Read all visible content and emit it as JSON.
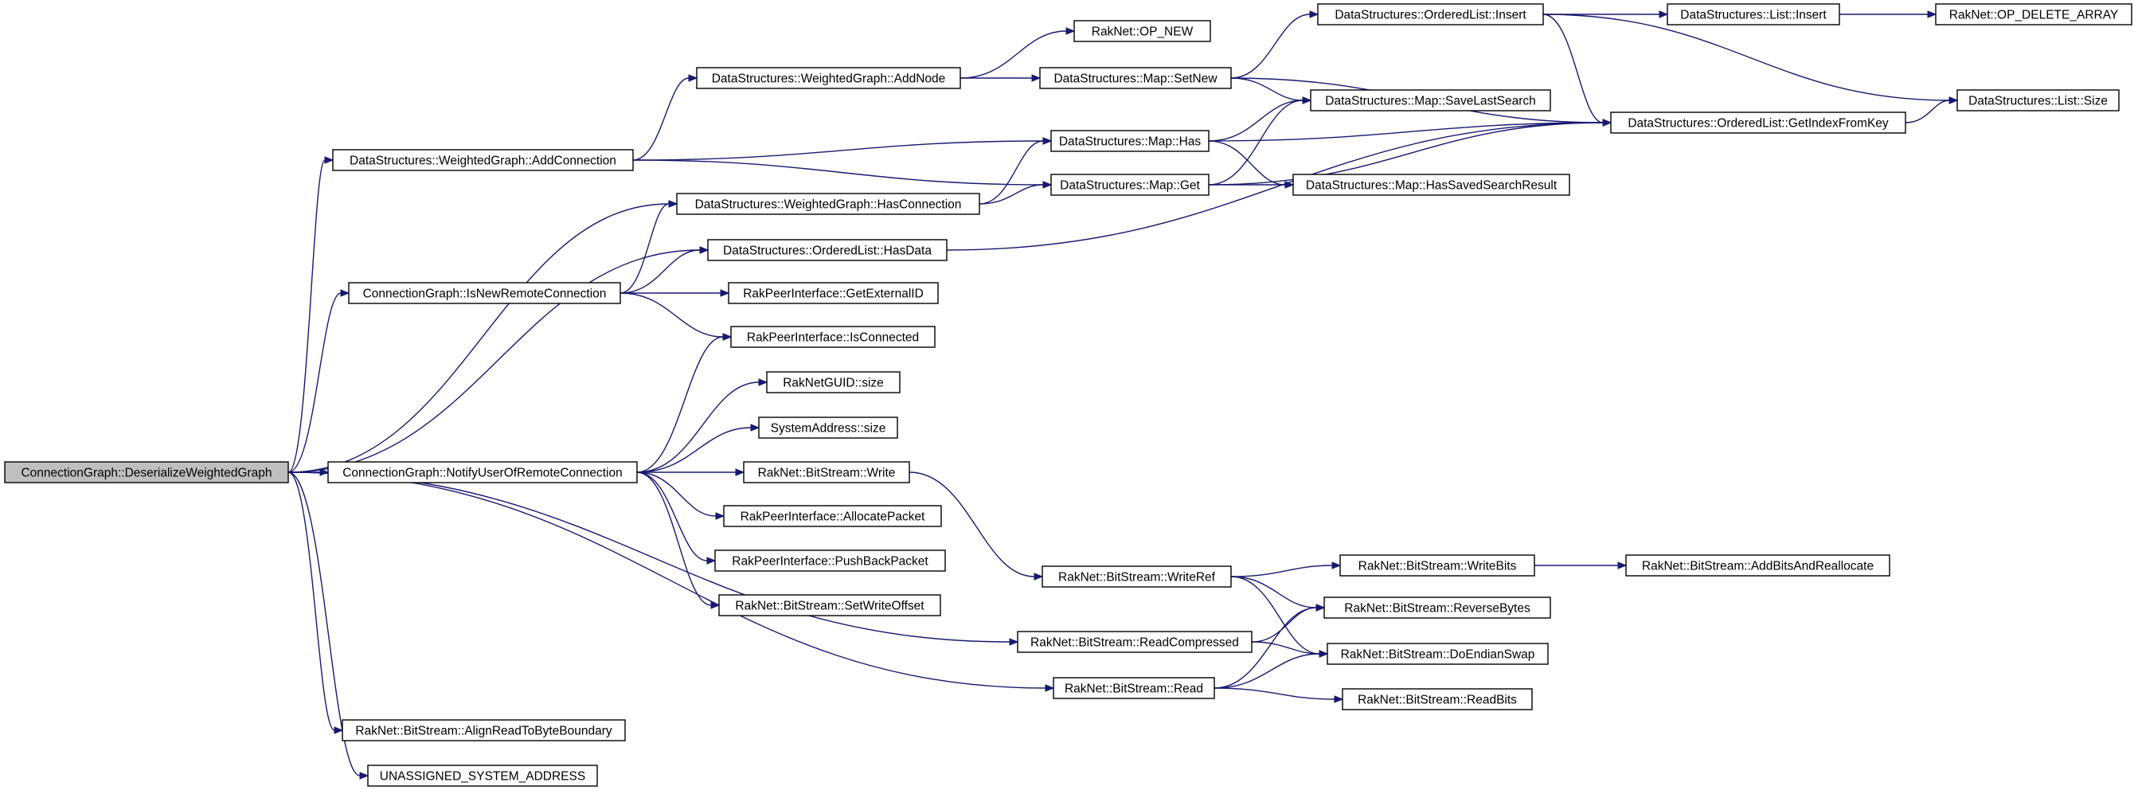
{
  "graph": {
    "colors": {
      "edge": "#191970",
      "node_border": "#000000",
      "node_fill": "#ffffff",
      "root_fill": "#bfbfbf"
    },
    "nodes": [
      {
        "id": "root",
        "label": "ConnectionGraph::DeserializeWeightedGraph",
        "root": true
      },
      {
        "id": "addConnection",
        "label": "DataStructures::WeightedGraph::AddConnection"
      },
      {
        "id": "isNewRemote",
        "label": "ConnectionGraph::IsNewRemoteConnection"
      },
      {
        "id": "notifyUser",
        "label": "ConnectionGraph::NotifyUserOfRemoteConnection"
      },
      {
        "id": "alignRead",
        "label": "RakNet::BitStream::AlignReadToByteBoundary"
      },
      {
        "id": "unassigned",
        "label": "UNASSIGNED_SYSTEM_ADDRESS"
      },
      {
        "id": "addNode",
        "label": "DataStructures::WeightedGraph::AddNode"
      },
      {
        "id": "hasConnection",
        "label": "DataStructures::WeightedGraph::HasConnection"
      },
      {
        "id": "olHasData",
        "label": "DataStructures::OrderedList::HasData"
      },
      {
        "id": "getExternalID",
        "label": "RakPeerInterface::GetExternalID"
      },
      {
        "id": "isConnected",
        "label": "RakPeerInterface::IsConnected"
      },
      {
        "id": "guidSize",
        "label": "RakNetGUID::size"
      },
      {
        "id": "sysAddrSize",
        "label": "SystemAddress::size"
      },
      {
        "id": "bsWrite",
        "label": "RakNet::BitStream::Write"
      },
      {
        "id": "allocPacket",
        "label": "RakPeerInterface::AllocatePacket"
      },
      {
        "id": "pushBack",
        "label": "RakPeerInterface::PushBackPacket"
      },
      {
        "id": "setWriteOffset",
        "label": "RakNet::BitStream::SetWriteOffset"
      },
      {
        "id": "opNew",
        "label": "RakNet::OP_NEW"
      },
      {
        "id": "mapSetNew",
        "label": "DataStructures::Map::SetNew"
      },
      {
        "id": "mapHas",
        "label": "DataStructures::Map::Has"
      },
      {
        "id": "mapGet",
        "label": "DataStructures::Map::Get"
      },
      {
        "id": "writeRef",
        "label": "RakNet::BitStream::WriteRef"
      },
      {
        "id": "readCompressed",
        "label": "RakNet::BitStream::ReadCompressed"
      },
      {
        "id": "bsRead",
        "label": "RakNet::BitStream::Read"
      },
      {
        "id": "olInsert",
        "label": "DataStructures::OrderedList::Insert"
      },
      {
        "id": "saveLast",
        "label": "DataStructures::Map::SaveLastSearch"
      },
      {
        "id": "hasSaved",
        "label": "DataStructures::Map::HasSavedSearchResult"
      },
      {
        "id": "writeBits",
        "label": "RakNet::BitStream::WriteBits"
      },
      {
        "id": "reverseBytes",
        "label": "RakNet::BitStream::ReverseBytes"
      },
      {
        "id": "doEndian",
        "label": "RakNet::BitStream::DoEndianSwap"
      },
      {
        "id": "readBits",
        "label": "RakNet::BitStream::ReadBits"
      },
      {
        "id": "listInsert",
        "label": "DataStructures::List::Insert"
      },
      {
        "id": "getIndexFromKey",
        "label": "DataStructures::OrderedList::GetIndexFromKey"
      },
      {
        "id": "addBitsRealloc",
        "label": "RakNet::BitStream::AddBitsAndReallocate"
      },
      {
        "id": "opDeleteArray",
        "label": "RakNet::OP_DELETE_ARRAY"
      },
      {
        "id": "listSize",
        "label": "DataStructures::List::Size"
      }
    ],
    "edges": [
      [
        "root",
        "addConnection"
      ],
      [
        "root",
        "hasConnection"
      ],
      [
        "root",
        "olHasData"
      ],
      [
        "root",
        "isNewRemote"
      ],
      [
        "root",
        "notifyUser"
      ],
      [
        "root",
        "readCompressed"
      ],
      [
        "root",
        "bsRead"
      ],
      [
        "root",
        "alignRead"
      ],
      [
        "root",
        "unassigned"
      ],
      [
        "addConnection",
        "addNode"
      ],
      [
        "addConnection",
        "mapHas"
      ],
      [
        "addConnection",
        "mapGet"
      ],
      [
        "isNewRemote",
        "hasConnection"
      ],
      [
        "isNewRemote",
        "olHasData"
      ],
      [
        "isNewRemote",
        "getExternalID"
      ],
      [
        "isNewRemote",
        "isConnected"
      ],
      [
        "notifyUser",
        "isConnected"
      ],
      [
        "notifyUser",
        "guidSize"
      ],
      [
        "notifyUser",
        "sysAddrSize"
      ],
      [
        "notifyUser",
        "bsWrite"
      ],
      [
        "notifyUser",
        "allocPacket"
      ],
      [
        "notifyUser",
        "pushBack"
      ],
      [
        "notifyUser",
        "setWriteOffset"
      ],
      [
        "addNode",
        "opNew"
      ],
      [
        "addNode",
        "mapSetNew"
      ],
      [
        "hasConnection",
        "mapHas"
      ],
      [
        "hasConnection",
        "mapGet"
      ],
      [
        "olHasData",
        "getIndexFromKey"
      ],
      [
        "mapSetNew",
        "olInsert"
      ],
      [
        "mapSetNew",
        "saveLast"
      ],
      [
        "mapSetNew",
        "getIndexFromKey"
      ],
      [
        "mapHas",
        "saveLast"
      ],
      [
        "mapHas",
        "hasSaved"
      ],
      [
        "mapHas",
        "getIndexFromKey"
      ],
      [
        "mapGet",
        "saveLast"
      ],
      [
        "mapGet",
        "hasSaved"
      ],
      [
        "mapGet",
        "getIndexFromKey"
      ],
      [
        "bsWrite",
        "writeRef"
      ],
      [
        "writeRef",
        "writeBits"
      ],
      [
        "writeRef",
        "reverseBytes"
      ],
      [
        "writeRef",
        "doEndian"
      ],
      [
        "readCompressed",
        "reverseBytes"
      ],
      [
        "readCompressed",
        "doEndian"
      ],
      [
        "bsRead",
        "reverseBytes"
      ],
      [
        "bsRead",
        "doEndian"
      ],
      [
        "bsRead",
        "readBits"
      ],
      [
        "olInsert",
        "listInsert"
      ],
      [
        "olInsert",
        "getIndexFromKey"
      ],
      [
        "olInsert",
        "listSize"
      ],
      [
        "listInsert",
        "opDeleteArray"
      ],
      [
        "writeBits",
        "addBitsRealloc"
      ],
      [
        "getIndexFromKey",
        "listSize"
      ]
    ]
  }
}
